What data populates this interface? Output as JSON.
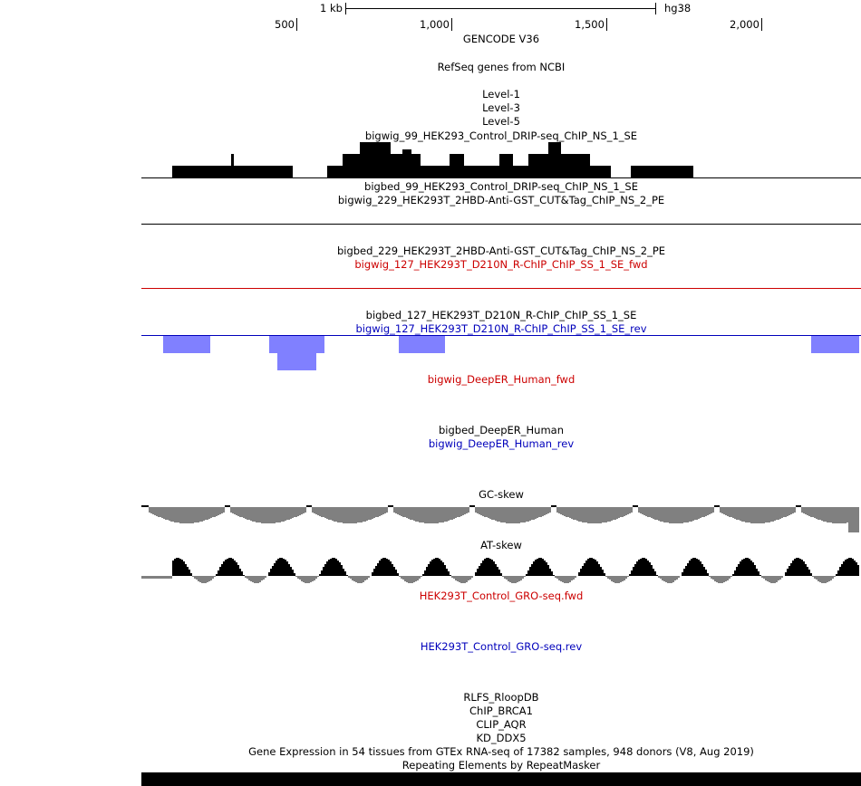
{
  "ruler": {
    "scale_label": "1 kb",
    "assembly": "hg38",
    "ticks": [
      "500",
      "1,000",
      "1,500",
      "2,000"
    ]
  },
  "tracks": {
    "gencode": "GENCODE V36",
    "refseq": "RefSeq genes from NCBI",
    "level1": "Level-1",
    "level3": "Level-3",
    "level5": "Level-5",
    "bigwig_99": "bigwig_99_HEK293_Control_DRIP-seq_ChIP_NS_1_SE",
    "bigbed_99": "bigbed_99_HEK293_Control_DRIP-seq_ChIP_NS_1_SE",
    "bigwig_229": "bigwig_229_HEK293T_2HBD-Anti-GST_CUT&Tag_ChIP_NS_2_PE",
    "bigbed_229": "bigbed_229_HEK293T_2HBD-Anti-GST_CUT&Tag_ChIP_NS_2_PE",
    "bigwig_127_fwd": "bigwig_127_HEK293T_D210N_R-ChIP_ChIP_SS_1_SE_fwd",
    "bigbed_127": "bigbed_127_HEK293T_D210N_R-ChIP_ChIP_SS_1_SE",
    "bigwig_127_rev": "bigwig_127_HEK293T_D210N_R-ChIP_ChIP_SS_1_SE_rev",
    "deeper_fwd": "bigwig_DeepER_Human_fwd",
    "deeper_bed": "bigbed_DeepER_Human",
    "deeper_rev": "bigwig_DeepER_Human_rev",
    "gc_skew": "GC-skew",
    "at_skew": "AT-skew",
    "gro_fwd": "HEK293T_Control_GRO-seq.fwd",
    "gro_rev": "HEK293T_Control_GRO-seq.rev",
    "rlfs": "RLFS_RloopDB",
    "chip_brca1": "ChIP_BRCA1",
    "clip_aqr": "CLIP_AQR",
    "kd_ddx5": "KD_DDX5",
    "gtex": "Gene Expression in 54 tissues from GTEx RNA-seq of 17382 samples, 948 donors (V8, Aug 2019)",
    "repeatmasker": "Repeating Elements by RepeatMasker"
  },
  "colors": {
    "black": "#000000",
    "fwd_red": "#cc0000",
    "rev_blue": "#0000bb",
    "signal_blue": "#8080ff",
    "skew_gray": "#808080"
  }
}
